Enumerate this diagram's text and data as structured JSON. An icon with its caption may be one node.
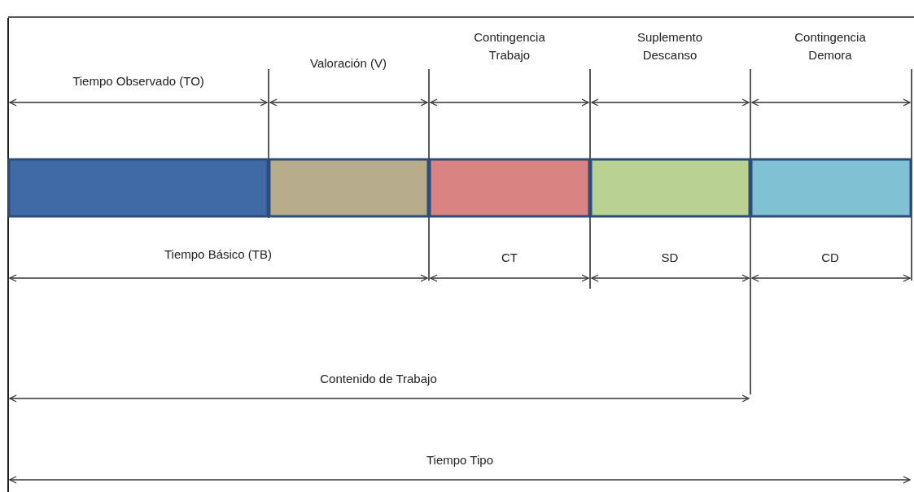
{
  "diagram": {
    "nodes": [
      {
        "text": [],
        "shape": "bar"
      },
      {
        "text": [],
        "shape": "bar"
      },
      {
        "text": [],
        "shape": "bar"
      },
      {
        "text": [],
        "shape": "bar"
      },
      {
        "text": [],
        "shape": "bar"
      }
    ],
    "labels": [
      "Tiempo Observado (TO)",
      "Valoración (V)",
      "Contingencia Trabajo",
      "Suplemento Descanso",
      "Contingencia Demora",
      "Tiempo Básico (TB)",
      "CT",
      "SD",
      "CD",
      "Contenido de Trabajo",
      "Tiempo Tipo"
    ]
  }
}
